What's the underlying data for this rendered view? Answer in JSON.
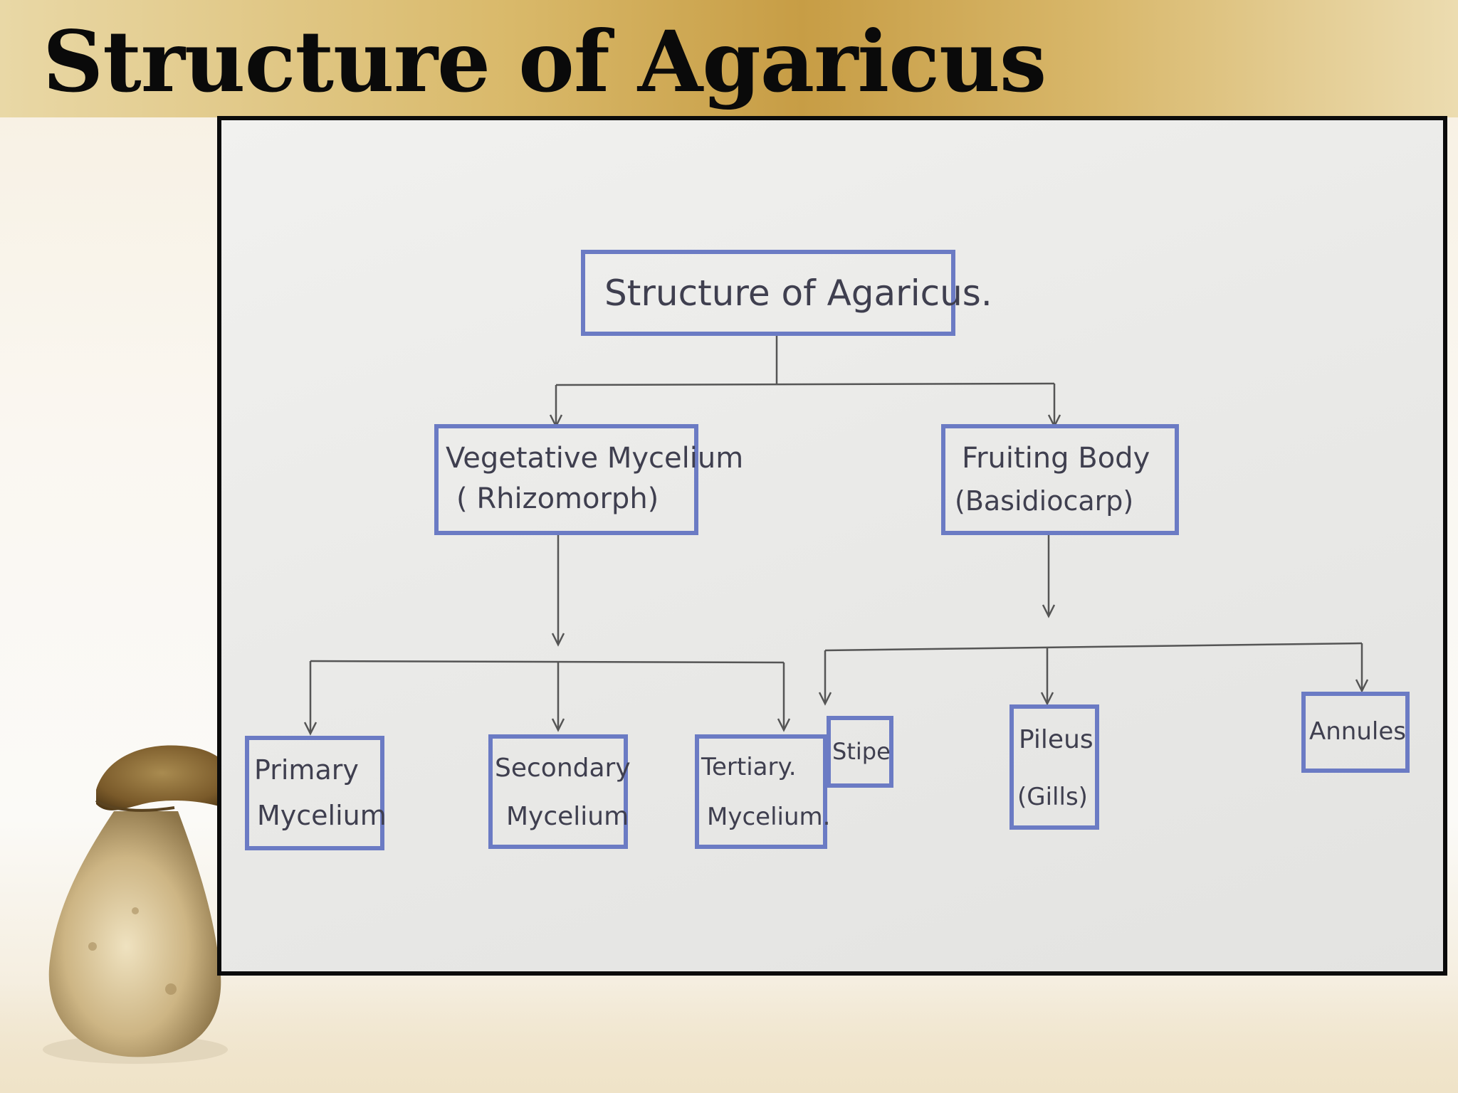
{
  "slide": {
    "title": "Structure of Agaricus"
  },
  "diagram": {
    "root": {
      "label": "Structure of Agaricus."
    },
    "vegetative": {
      "line1": "Vegetative Mycelium",
      "line2": "( Rhizomorph)"
    },
    "fruiting": {
      "line1": "Fruiting Body",
      "line2": "(Basidiocarp)"
    },
    "primary": {
      "line1": "Primary",
      "line2": "Mycelium"
    },
    "secondary": {
      "line1": "Secondary",
      "line2": "Mycelium"
    },
    "tertiary": {
      "line1": "Tertiary.",
      "line2": "Mycelium."
    },
    "stipe": {
      "label": "Stipe"
    },
    "pileus": {
      "line1": "Pileus",
      "line2": "(Gills)"
    },
    "annules": {
      "label": "Annules"
    }
  },
  "colors": {
    "title_band": "#c79d45",
    "box_border": "#6b7bc4",
    "ink": "#3f3f4f",
    "frame": "#0b0b0b"
  },
  "icons": [
    "mushroom-illustration"
  ]
}
